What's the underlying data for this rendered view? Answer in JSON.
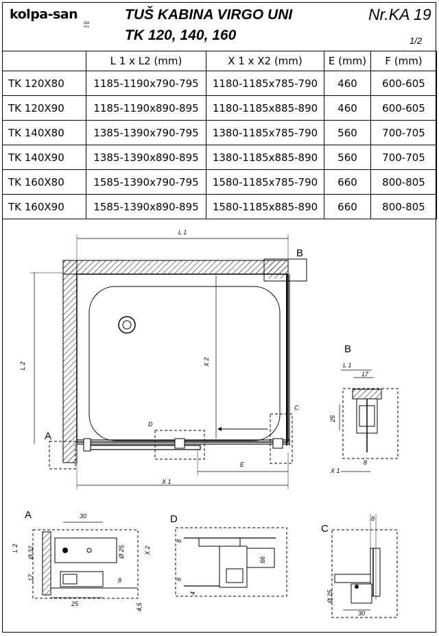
{
  "header": {
    "logo_text": "kolpa-san",
    "logo_sub": "IGOR d.o.o.",
    "title_line1": "TUŠ KABINA VIRGO UNI",
    "title_line2": "TK 120, 140, 160",
    "doc_number": "Nr.KA 19",
    "page_number": "1/2"
  },
  "table": {
    "columns": [
      "",
      "L 1 x L2 (mm)",
      "X 1 x X2 (mm)",
      "E (mm)",
      "F (mm)"
    ],
    "rows": [
      [
        "TK 120X80",
        "1185-1190x790-795",
        "1180-1185x785-790",
        "460",
        "600-605"
      ],
      [
        "TK 120X90",
        "1185-1190x890-895",
        "1180-1185x885-890",
        "460",
        "600-605"
      ],
      [
        "TK 140X80",
        "1385-1390x790-795",
        "1380-1185x785-790",
        "560",
        "700-705"
      ],
      [
        "TK 140X90",
        "1385-1390x890-895",
        "1380-1185x885-890",
        "560",
        "700-705"
      ],
      [
        "TK 160X80",
        "1585-1390x790-795",
        "1580-1185x785-790",
        "660",
        "800-805"
      ],
      [
        "TK 160X90",
        "1585-1390x890-895",
        "1580-1185x885-890",
        "660",
        "800-805"
      ]
    ]
  },
  "drawing": {
    "main": {
      "L1": "L 1",
      "L2": "L 2",
      "X1": "X 1",
      "X2": "X 2",
      "E": "E",
      "A": "A",
      "B": "B",
      "C": "C",
      "D": "D"
    },
    "detail_B": {
      "title": "B",
      "L1": "L 1",
      "X1": "X 1",
      "d17": "17",
      "d25": "25",
      "d8": "8"
    },
    "detail_A": {
      "title": "A",
      "L2": "L 2",
      "d32": "Ø 32",
      "d17": "17",
      "d30": "30",
      "d25h": "Ø 25",
      "X2": "X 2",
      "d8": "8",
      "d25w": "25",
      "d45": "4,5"
    },
    "detail_D": {
      "title": "D",
      "d8a": "8",
      "d8b": "8",
      "d66": "66",
      "d4": "4"
    },
    "detail_C": {
      "title": "C",
      "d8": "8",
      "d25": "Ø 25",
      "d30": "30"
    }
  }
}
